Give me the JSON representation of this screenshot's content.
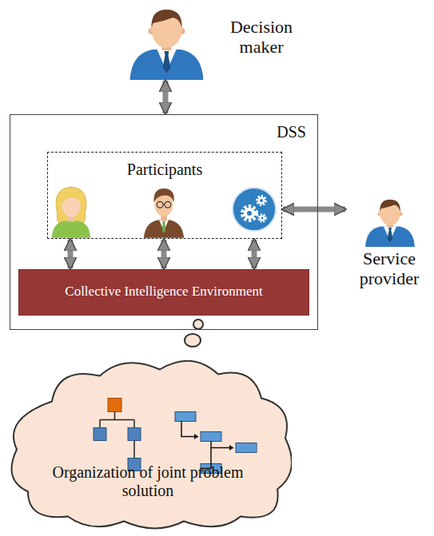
{
  "diagram": {
    "nodes": [
      {
        "text": [
          "Decision maker"
        ]
      },
      {
        "text": [
          "DSS"
        ]
      },
      {
        "text": [
          "Participants"
        ],
        "in": 1
      },
      {
        "text": [
          "Collective Intelligence Environment"
        ],
        "in": 1
      },
      {
        "text": [
          "Service provider"
        ]
      },
      {
        "text": [
          "Organization of joint problem solution"
        ]
      }
    ],
    "edges": [
      {
        "from": 0,
        "to": 1,
        "arrow": "both"
      },
      {
        "from": 2,
        "to": 3,
        "arrow": "both"
      },
      {
        "from": 2,
        "to": 3,
        "arrow": "both"
      },
      {
        "from": 2,
        "to": 3,
        "arrow": "both"
      },
      {
        "from": 2,
        "to": 4,
        "arrow": "both"
      }
    ]
  }
}
